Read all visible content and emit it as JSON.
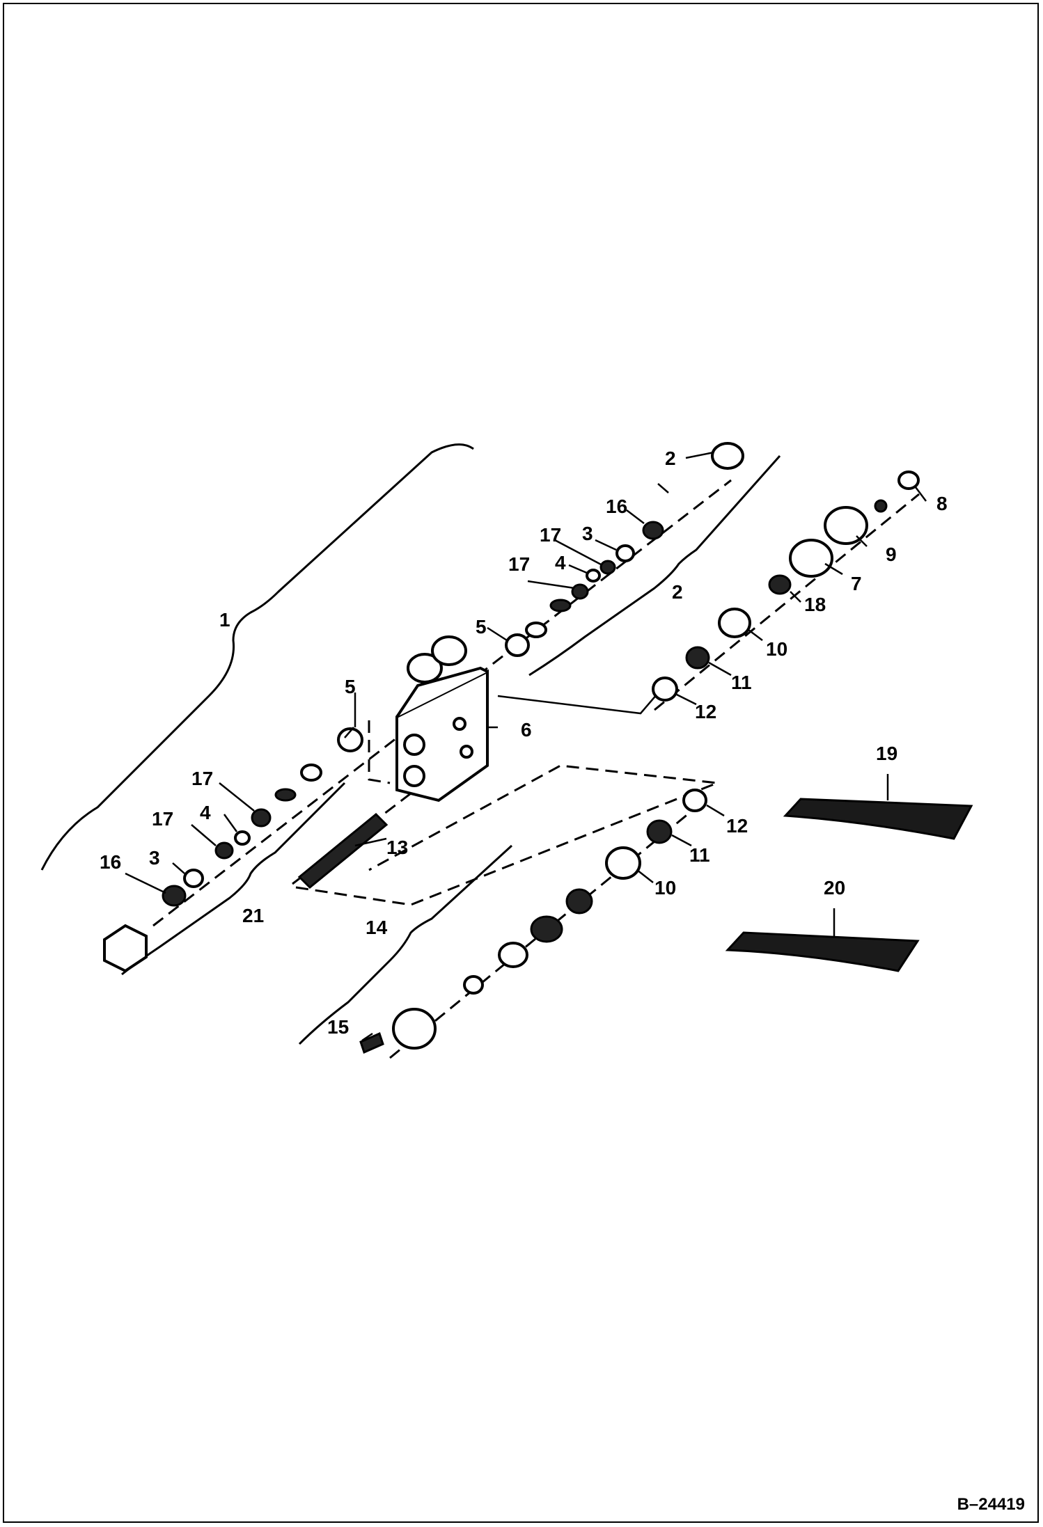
{
  "labels": {
    "l1": "1",
    "l2a": "2",
    "l2b": "2",
    "l3a": "3",
    "l3b": "3",
    "l4a": "4",
    "l4b": "4",
    "l5a": "5",
    "l5b": "5",
    "l6": "6",
    "l7": "7",
    "l8": "8",
    "l9": "9",
    "l10a": "10",
    "l10b": "10",
    "l11a": "11",
    "l11b": "11",
    "l12a": "12",
    "l12b": "12",
    "l13": "13",
    "l14": "14",
    "l15": "15",
    "l16a": "16",
    "l16b": "16",
    "l17a": "17",
    "l17b": "17",
    "l17c": "17",
    "l17d": "17",
    "l18": "18",
    "l19": "19",
    "l20": "20",
    "l21": "21"
  },
  "reference": "B–24419"
}
